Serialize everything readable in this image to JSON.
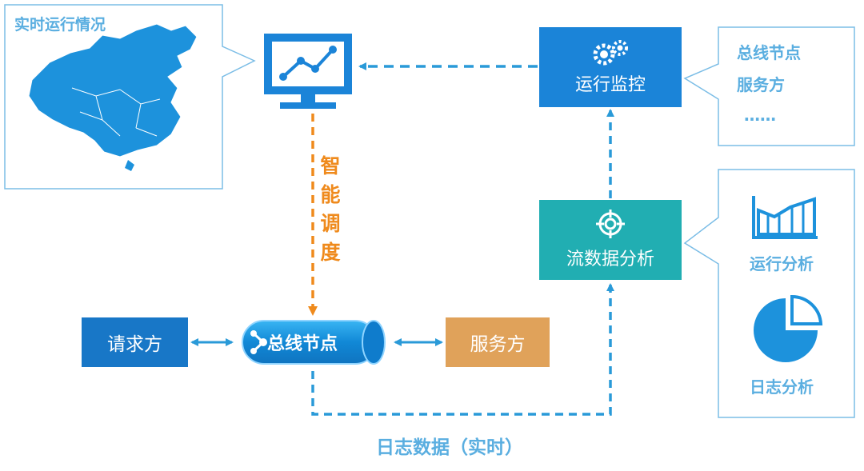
{
  "map_panel": {
    "title": "实时运行情况"
  },
  "monitor_box": {
    "label": "运行监控"
  },
  "monitor_callout": {
    "items": [
      "总线节点",
      "服务方",
      "……"
    ]
  },
  "stream_box": {
    "label": "流数据分析"
  },
  "analysis_callout": {
    "items": [
      "运行分析",
      "日志分析"
    ]
  },
  "dispatch_label": {
    "chars": [
      "智",
      "能",
      "调",
      "度"
    ]
  },
  "requester": {
    "label": "请求方"
  },
  "bus_node": {
    "label": "总线节点"
  },
  "provider": {
    "label": "服务方"
  },
  "log_flow": {
    "label": "日志数据（实时）"
  },
  "colors": {
    "blue": "#1b84d8",
    "teal": "#21aeb2",
    "orange": "#ef8a1c",
    "tan": "#e0a25a",
    "light_blue": "#5aaee0",
    "dark_blue": "#1877c7"
  }
}
